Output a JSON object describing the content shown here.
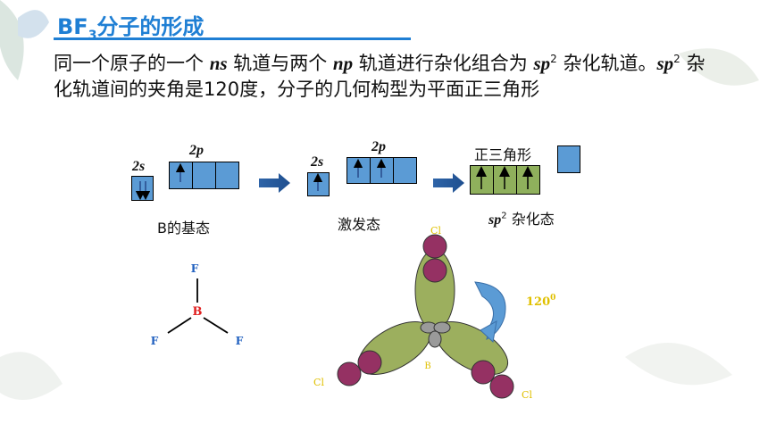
{
  "title": {
    "main": "BF",
    "sub": "3",
    "suffix": "分子的形成"
  },
  "paragraph": {
    "t1": "同一个原子的一个 ",
    "ns": "ns",
    "t2": " 轨道与两个 ",
    "np": "np",
    "t3": "  轨道进行杂化组合为 ",
    "sp": "sp",
    "sup": "2",
    "t4": " 杂化轨道。",
    "sp_b": "sp",
    "sup_b": "2",
    "t5": " 杂化轨道间的夹角是120度，分子的几何构型为平面正三角形"
  },
  "orbitals": {
    "ground": {
      "s_label": "2s",
      "p_label": "2p",
      "caption": "B的基态"
    },
    "excited": {
      "s_label": "2s",
      "p_label": "2p",
      "caption": "激发态"
    },
    "hybrid": {
      "top_label": "正三角形",
      "caption_sp": "sp",
      "caption_sup": "2",
      "caption_rest": " 杂化态"
    }
  },
  "molecule": {
    "center": "B",
    "ligand": "F"
  },
  "hybrid_diagram": {
    "angle": "120",
    "angle_sup": "0",
    "center": "B",
    "ligand": "Cl"
  },
  "colors": {
    "title": "#1f7fd4",
    "orbital_blue": "#5b9bd5",
    "orbital_green": "#8fb05c",
    "lobe": "#9caf5e",
    "chlorine": "#953163",
    "label_yellow": "#e0c000",
    "boron_red": "#e02020",
    "fluorine_blue": "#1f5fbf"
  }
}
